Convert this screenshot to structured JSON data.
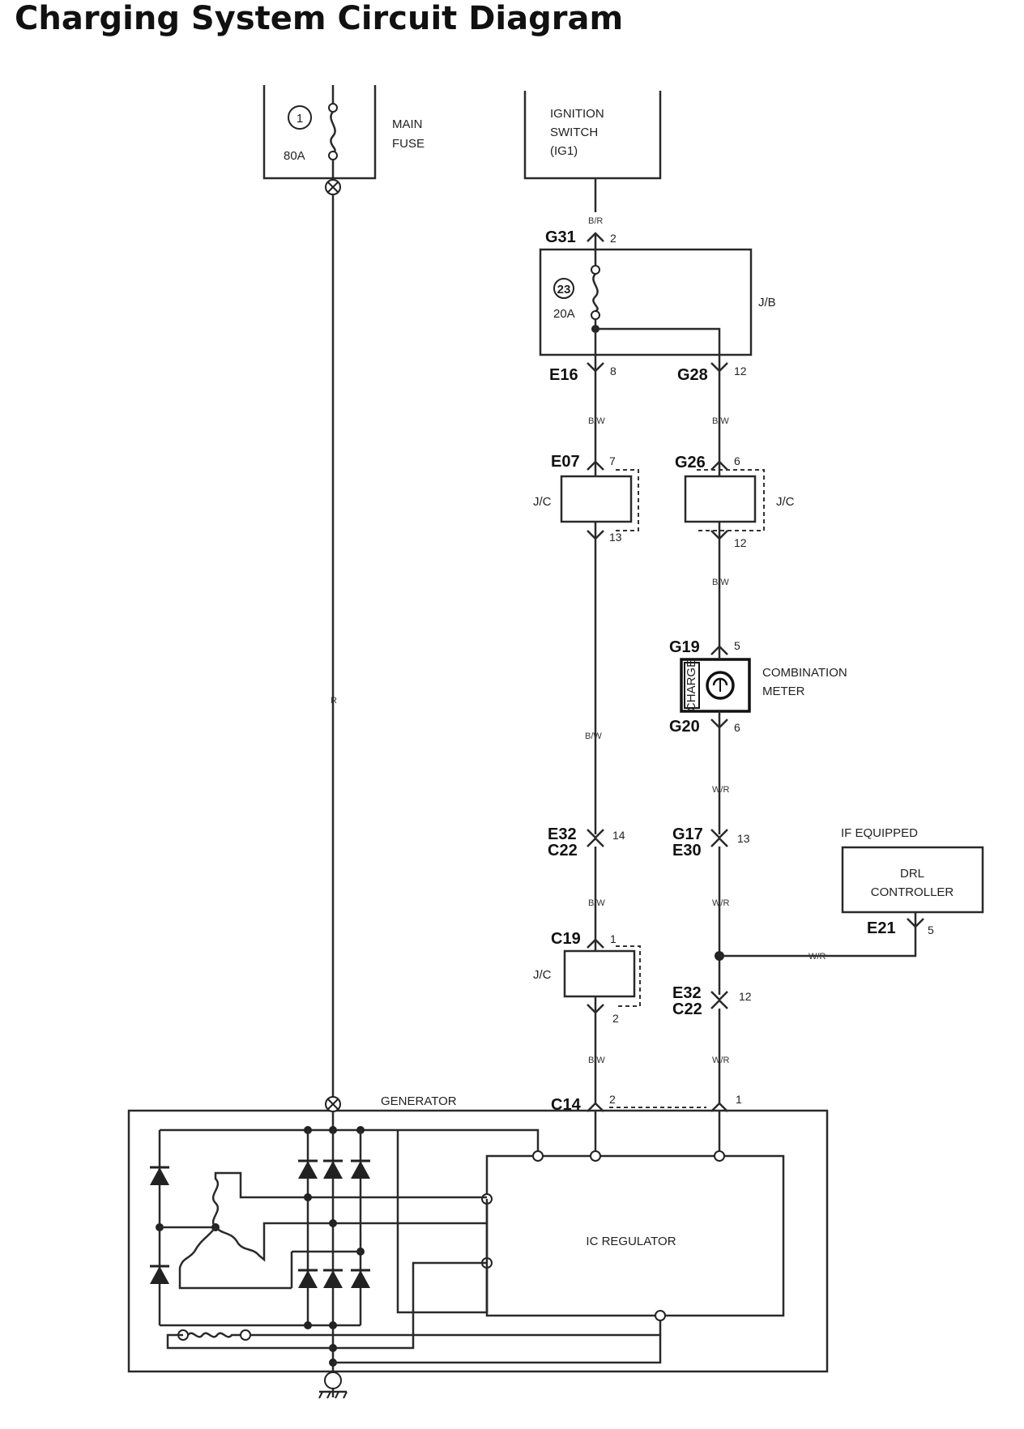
{
  "title": "Charging System Circuit Diagram",
  "components": {
    "main_fuse": {
      "number": "1",
      "rating": "80A",
      "label_line1": "MAIN",
      "label_line2": "FUSE"
    },
    "ignition_switch": {
      "line1": "IGNITION",
      "line2": "SWITCH",
      "line3": "(IG1)"
    },
    "jb_fuse": {
      "number": "23",
      "rating": "20A",
      "box_label": "J/B"
    },
    "jc_label": "J/C",
    "combination_meter": {
      "line1": "COMBINATION",
      "line2": "METER",
      "lamp_label": "CHARGE"
    },
    "drl_controller": {
      "note": "IF EQUIPPED",
      "line1": "DRL",
      "line2": "CONTROLLER"
    },
    "generator": {
      "label": "GENERATOR",
      "regulator": "IC REGULATOR"
    }
  },
  "connectors": {
    "g31": "G31",
    "g31_pin": "2",
    "e16": "E16",
    "e16_pin": "8",
    "g28": "G28",
    "g28_pin": "12",
    "e07": "E07",
    "e07_pin_in": "7",
    "e07_pin_out": "13",
    "g26": "G26",
    "g26_pin_in": "6",
    "g26_pin_out": "12",
    "g19": "G19",
    "g19_pin": "5",
    "g20": "G20",
    "g20_pin": "6",
    "e32a": "E32",
    "c22a": "C22",
    "e32c22a_pin": "14",
    "g17": "G17",
    "e30": "E30",
    "g17e30_pin": "13",
    "e21": "E21",
    "e21_pin": "5",
    "c19": "C19",
    "c19_pin_in": "1",
    "c19_pin_out": "2",
    "e32b": "E32",
    "c22b": "C22",
    "e32c22b_pin": "12",
    "c14": "C14",
    "c14_pin_left": "2",
    "c14_pin_right": "1"
  },
  "wire_colors": {
    "main": "R",
    "ign": "B/R",
    "left_upper": "B/W",
    "right_upper": "B/W",
    "right_mid": "B/W",
    "left_mid": "B/W",
    "right_meter_out": "W/R",
    "left_lower": "B/W",
    "right_lower": "W/R",
    "drl": "W/R",
    "left_bottom": "B/W",
    "right_bottom": "W/R"
  }
}
